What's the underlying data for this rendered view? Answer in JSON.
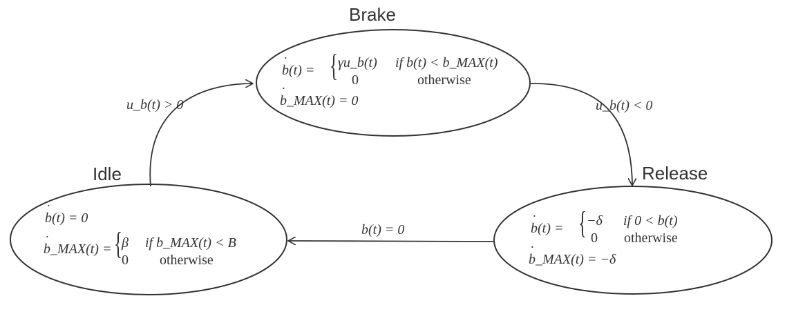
{
  "states": {
    "brake": {
      "name": "Brake",
      "lhs1": "b(t) =",
      "case1_expr": "γu_b(t)",
      "case1_cond": "if b(t) < b_MAX(t)",
      "case2_expr": "0",
      "case2_cond": "otherwise",
      "eq2": "b_MAX(t) = 0"
    },
    "release": {
      "name": "Release",
      "lhs1": "b(t) =",
      "case1_expr": "−δ",
      "case1_cond": "if 0 < b(t)",
      "case2_expr": "0",
      "case2_cond": "otherwise",
      "eq2": "b_MAX(t) = −δ"
    },
    "idle": {
      "name": "Idle",
      "eq1": "b(t) = 0",
      "lhs2": "b_MAX(t) =",
      "case1_expr": "β",
      "case1_cond": "if b_MAX(t) < B",
      "case2_expr": "0",
      "case2_cond": "otherwise"
    }
  },
  "transitions": {
    "idle_to_brake": "u_b(t) > 0",
    "brake_to_release": "u_b(t) < 0",
    "release_to_idle": "b(t) = 0"
  }
}
